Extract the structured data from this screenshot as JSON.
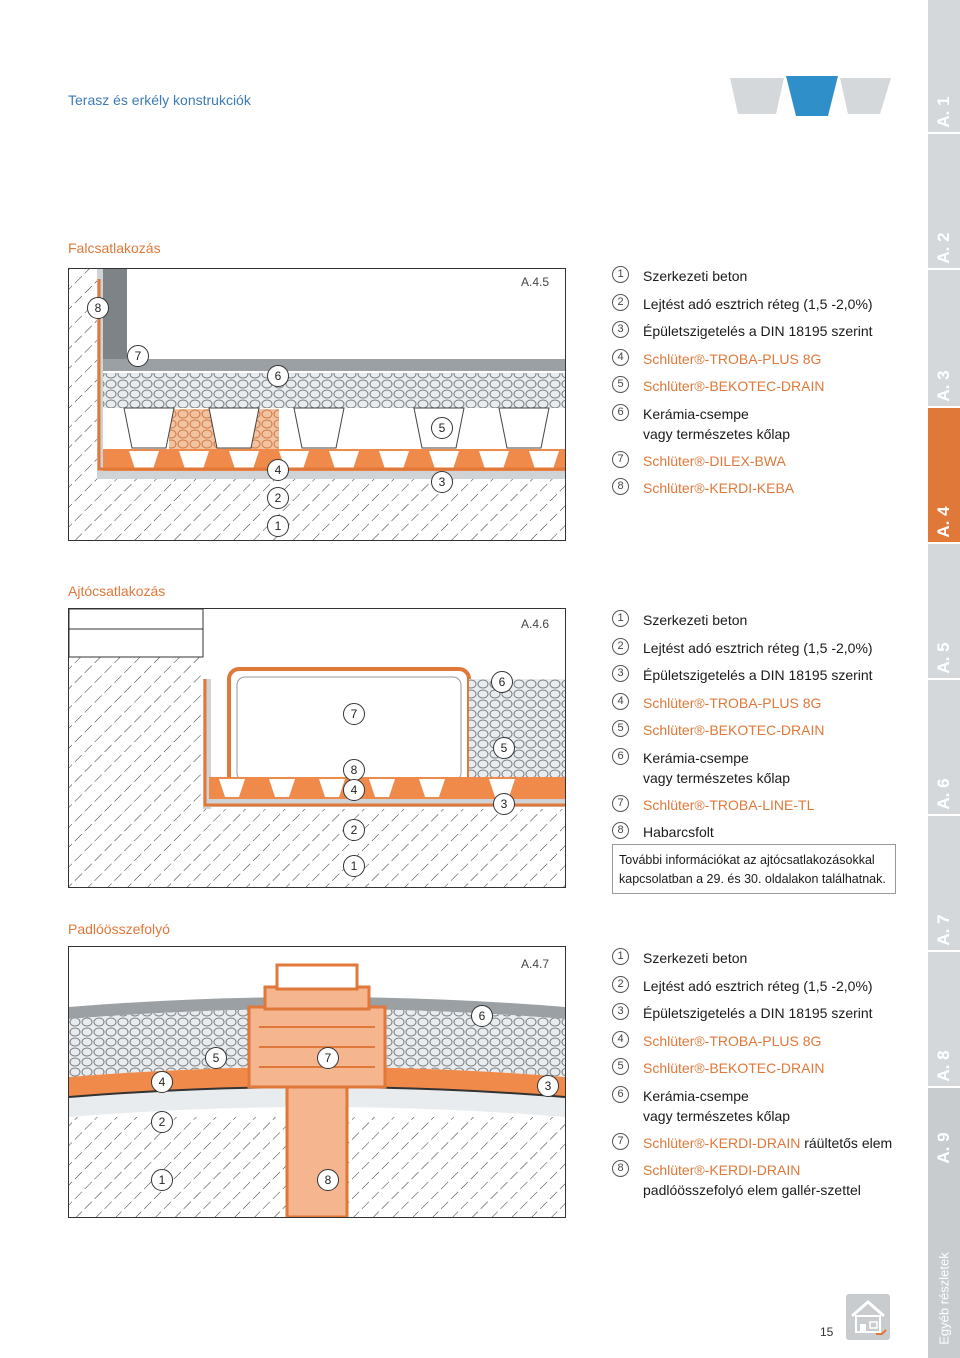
{
  "header": {
    "title": "Terasz és erkély konstrukciók"
  },
  "colors": {
    "accent": "#e0783a",
    "blue": "#3c7bb5",
    "tab_gray": "#d5d8da"
  },
  "sections": [
    {
      "title": "Falcsatlakozás",
      "code": "A.4.5",
      "callouts": [
        "1",
        "2",
        "3",
        "4",
        "5",
        "6",
        "7",
        "8"
      ],
      "legend": [
        {
          "n": "1",
          "text": "Szerkezeti beton",
          "brand": false
        },
        {
          "n": "2",
          "text": "Lejtést adó esztrich réteg (1,5 -2,0%)",
          "brand": false
        },
        {
          "n": "3",
          "text": "Épületszigetelés a DIN 18195 szerint",
          "brand": false
        },
        {
          "n": "4",
          "text": "Schlüter®-TROBA-PLUS 8G",
          "brand": true
        },
        {
          "n": "5",
          "text": "Schlüter®-BEKOTEC-DRAIN",
          "brand": true
        },
        {
          "n": "6",
          "text": "Kerámia-csempe",
          "text2": "vagy természetes kőlap",
          "brand": false
        },
        {
          "n": "7",
          "text": "Schlüter®-DILEX-BWA",
          "brand": true
        },
        {
          "n": "8",
          "text": "Schlüter®-KERDI-KEBA",
          "brand": true
        }
      ]
    },
    {
      "title": "Ajtócsatlakozás",
      "code": "A.4.6",
      "callouts": [
        "1",
        "2",
        "3",
        "4",
        "5",
        "6",
        "7",
        "8"
      ],
      "legend": [
        {
          "n": "1",
          "text": "Szerkezeti beton",
          "brand": false
        },
        {
          "n": "2",
          "text": "Lejtést adó esztrich réteg (1,5 -2,0%)",
          "brand": false
        },
        {
          "n": "3",
          "text": "Épületszigetelés a DIN 18195 szerint",
          "brand": false
        },
        {
          "n": "4",
          "text": "Schlüter®-TROBA-PLUS 8G",
          "brand": true
        },
        {
          "n": "5",
          "text": "Schlüter®-BEKOTEC-DRAIN",
          "brand": true
        },
        {
          "n": "6",
          "text": "Kerámia-csempe",
          "text2": "vagy természetes kőlap",
          "brand": false
        },
        {
          "n": "7",
          "text": "Schlüter®-TROBA-LINE-TL",
          "brand": true
        },
        {
          "n": "8",
          "text": "Habarcsfolt",
          "brand": false
        }
      ],
      "note": [
        "További információkat az ajtócsatlakozásokkal",
        "kapcsolatban a 29. és 30. oldalakon találhatnak."
      ]
    },
    {
      "title": "Padlóösszefolyó",
      "code": "A.4.7",
      "callouts": [
        "1",
        "2",
        "3",
        "4",
        "5",
        "6",
        "7",
        "8"
      ],
      "legend": [
        {
          "n": "1",
          "text": "Szerkezeti beton",
          "brand": false
        },
        {
          "n": "2",
          "text": "Lejtést adó esztrich réteg (1,5 -2,0%)",
          "brand": false
        },
        {
          "n": "3",
          "text": "Épületszigetelés a DIN 18195 szerint",
          "brand": false
        },
        {
          "n": "4",
          "text": "Schlüter®-TROBA-PLUS 8G",
          "brand": true
        },
        {
          "n": "5",
          "text": "Schlüter®-BEKOTEC-DRAIN",
          "brand": true
        },
        {
          "n": "6",
          "text": "Kerámia-csempe",
          "text2": "vagy természetes kőlap",
          "brand": false
        },
        {
          "n": "7",
          "text": "Schlüter®-KERDI-DRAIN",
          "text_suffix": " ráültetős elem",
          "brand": true
        },
        {
          "n": "8",
          "text": "Schlüter®-KERDI-DRAIN",
          "text2": "padlóösszefolyó elem gallér-szettel",
          "brand": true
        }
      ]
    }
  ],
  "tabs": [
    "A. 1",
    "A. 2",
    "A. 3",
    "A. 4",
    "A. 5",
    "A. 6",
    "A. 7",
    "A. 8",
    "A. 9"
  ],
  "tab_last_extra": "Egyéb részletek",
  "active_tab": "A. 4",
  "page_number": "15",
  "icons": {
    "home": "home-icon",
    "header_shapes": "header-trapezoid-icon"
  }
}
